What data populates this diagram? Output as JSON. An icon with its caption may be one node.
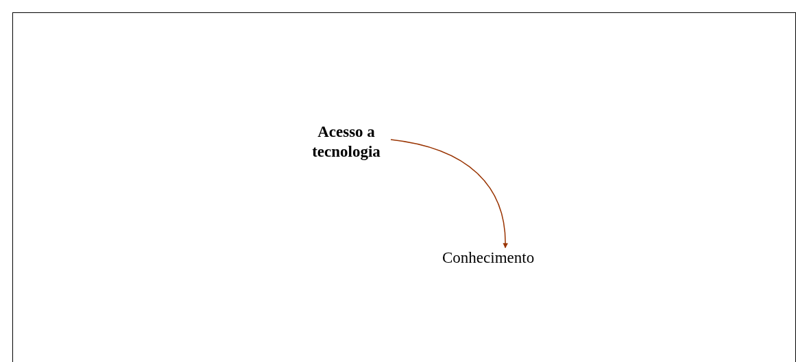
{
  "diagram": {
    "nodes": [
      {
        "text": [
          "Acesso a tecnologia"
        ]
      },
      {
        "text": [
          "Conhecimento"
        ]
      }
    ],
    "edges": [
      {
        "from": 0,
        "to": 1,
        "arrow": "to"
      }
    ]
  }
}
